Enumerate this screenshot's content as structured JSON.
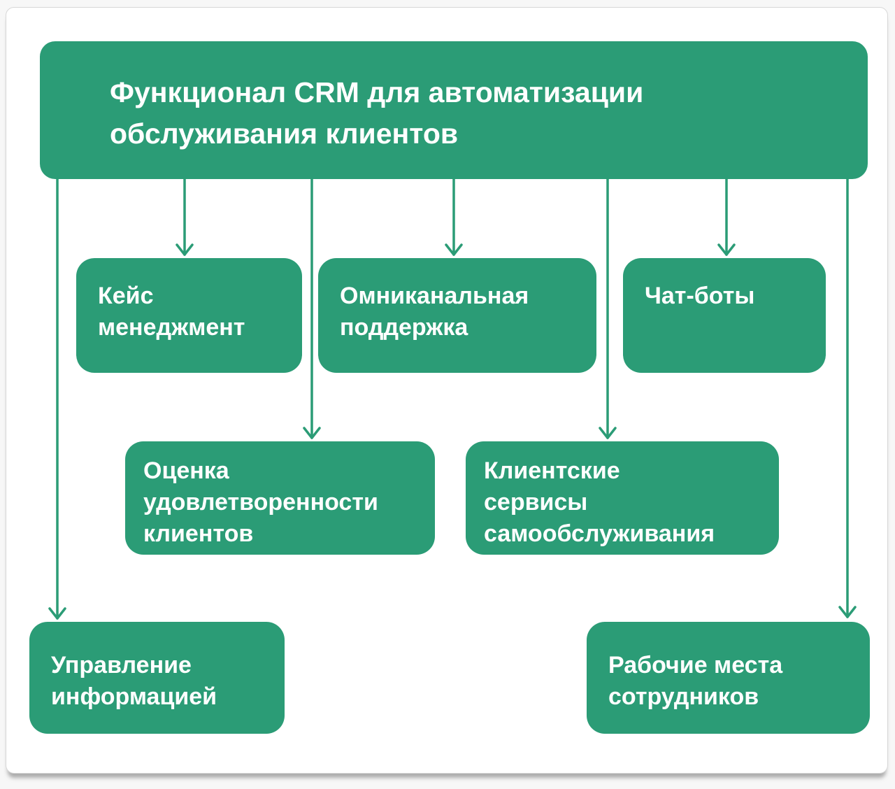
{
  "diagram": {
    "title": "Функционал CRM для автоматизации\nобслуживания клиентов",
    "nodes": [
      {
        "id": "case-management",
        "label": "Кейс\nменеджмент"
      },
      {
        "id": "omnichannel-support",
        "label": "Омниканальная\nподдержка"
      },
      {
        "id": "chat-bots",
        "label": "Чат-боты"
      },
      {
        "id": "customer-satisfaction",
        "label": "Оценка\nудовлетворенности\nклиентов"
      },
      {
        "id": "self-service",
        "label": "Клиентские\nсервисы\nсамообслуживания"
      },
      {
        "id": "information-management",
        "label": "Управление\nинформацией"
      },
      {
        "id": "employee-workplaces",
        "label": "Рабочие места\nсотрудников"
      }
    ],
    "colors": {
      "node_fill": "#2b9c76",
      "node_text": "#ffffff",
      "arrow": "#2b9c76",
      "card_background": "#ffffff",
      "card_border": "#d7d7d7",
      "page_background": "#f7f7f7"
    }
  }
}
